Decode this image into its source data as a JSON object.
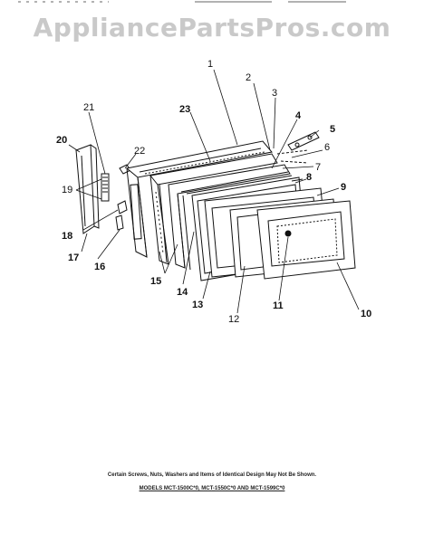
{
  "watermark": "AppliancePartsPros.com",
  "callouts": [
    {
      "id": "1",
      "label": "1"
    },
    {
      "id": "2",
      "label": "2"
    },
    {
      "id": "3",
      "label": "3"
    },
    {
      "id": "4",
      "label": "4"
    },
    {
      "id": "5",
      "label": "5"
    },
    {
      "id": "6",
      "label": "6"
    },
    {
      "id": "7",
      "label": "7"
    },
    {
      "id": "8",
      "label": "8"
    },
    {
      "id": "9",
      "label": "9"
    },
    {
      "id": "10",
      "label": "10"
    },
    {
      "id": "11",
      "label": "11"
    },
    {
      "id": "12",
      "label": "12"
    },
    {
      "id": "13",
      "label": "13"
    },
    {
      "id": "14",
      "label": "14"
    },
    {
      "id": "15",
      "label": "15"
    },
    {
      "id": "16",
      "label": "16"
    },
    {
      "id": "17",
      "label": "17"
    },
    {
      "id": "18",
      "label": "18"
    },
    {
      "id": "19",
      "label": "19"
    },
    {
      "id": "20",
      "label": "20"
    },
    {
      "id": "21",
      "label": "21"
    },
    {
      "id": "22",
      "label": "22"
    },
    {
      "id": "23",
      "label": "23"
    }
  ],
  "footer": {
    "note": "Certain Screws, Nuts, Washers and Items of Identical Design May Not Be Shown.",
    "models": "MODELS MCT-1500C*0, MCT-1550C*0 AND MCT-1599C*0"
  }
}
